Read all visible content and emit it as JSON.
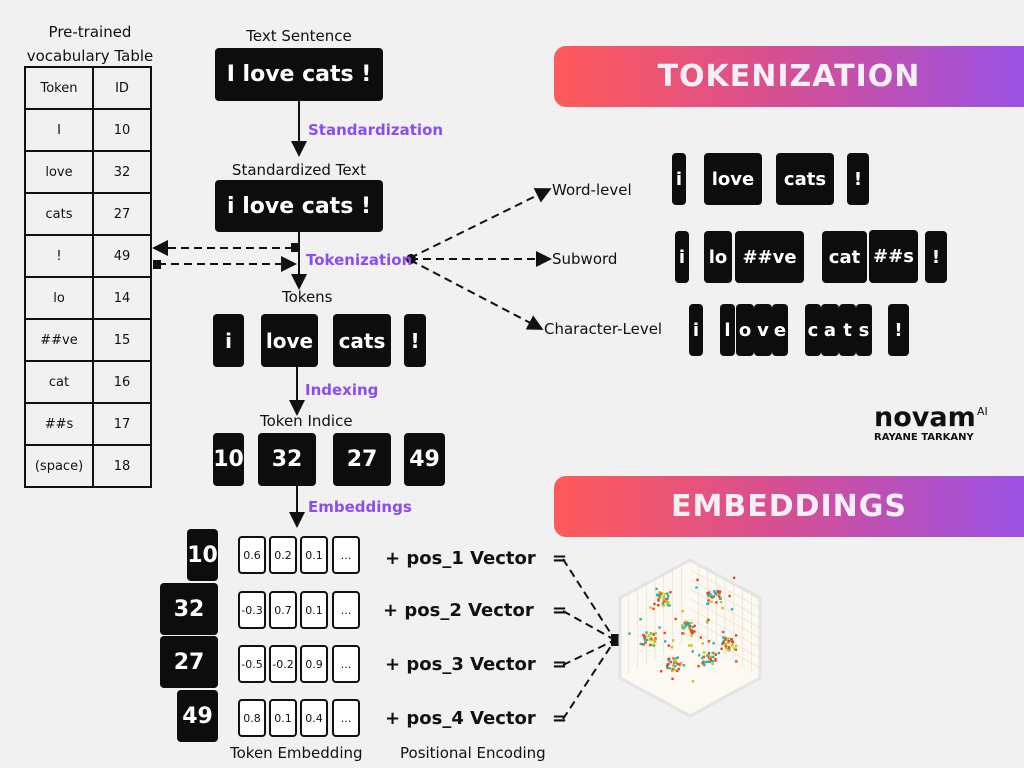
{
  "vocab": {
    "title_line1": "Pre-trained",
    "title_line2": "vocabulary Table",
    "headers": [
      "Token",
      "ID"
    ],
    "rows": [
      {
        "token": "I",
        "id": "10"
      },
      {
        "token": "love",
        "id": "32"
      },
      {
        "token": "cats",
        "id": "27"
      },
      {
        "token": "!",
        "id": "49"
      },
      {
        "token": "lo",
        "id": "14"
      },
      {
        "token": "##ve",
        "id": "15"
      },
      {
        "token": "cat",
        "id": "16"
      },
      {
        "token": "##s",
        "id": "17"
      },
      {
        "token": "(space)",
        "id": "18"
      }
    ]
  },
  "pipeline": {
    "text_sentence_label": "Text Sentence",
    "text_sentence": "I love cats !",
    "step_standardization": "Standardization",
    "standardized_label": "Standardized Text",
    "standardized_text": "i love cats !",
    "step_tokenization": "Tokenization",
    "tokens_label": "Tokens",
    "tokens": [
      "i",
      "love",
      "cats",
      "!"
    ],
    "step_indexing": "Indexing",
    "indices_label": "Token Indice",
    "indices": [
      "10",
      "32",
      "27",
      "49"
    ],
    "step_embeddings": "Embeddings"
  },
  "tokenization": {
    "banner": "TOKENIZATION",
    "methods": [
      {
        "label": "Word-level",
        "pieces": [
          "i",
          "love",
          "cats",
          "!"
        ]
      },
      {
        "label": "Subword",
        "pieces": [
          "i",
          "lo",
          "##ve",
          "cat",
          "##s",
          "!"
        ]
      },
      {
        "label": "Character-Level",
        "pieces": [
          "i",
          "l",
          "o",
          "v",
          "e",
          "c",
          "a",
          "t",
          "s",
          "!"
        ]
      }
    ]
  },
  "brand": {
    "name": "novam",
    "suffix": "AI",
    "author": "RAYANE TARKANY"
  },
  "embeddings": {
    "banner": "EMBEDDINGS",
    "rows": [
      {
        "id": "10",
        "values": [
          "0.6",
          "0.2",
          "0.1",
          "..."
        ],
        "pos": "+  pos_1 Vector"
      },
      {
        "id": "32",
        "values": [
          "-0.3",
          "0.7",
          "0.1",
          "..."
        ],
        "pos": "+ pos_2 Vector"
      },
      {
        "id": "27",
        "values": [
          "-0.5",
          "-0.2",
          "0.9",
          "..."
        ],
        "pos": "+ pos_3 Vector"
      },
      {
        "id": "49",
        "values": [
          "0.8",
          "0.1",
          "0.4",
          "..."
        ],
        "pos": "+ pos_4 Vector"
      }
    ],
    "equals": "=",
    "token_embedding_label": "Token Embedding",
    "positional_encoding_label": "Positional Encoding"
  },
  "colors": {
    "accent_purple": "#8b4cf0",
    "banner_start": "#ff5a5a",
    "banner_end": "#9b52e6",
    "scatter": [
      "#e8461e",
      "#2ab3b8",
      "#c8c21a"
    ]
  }
}
